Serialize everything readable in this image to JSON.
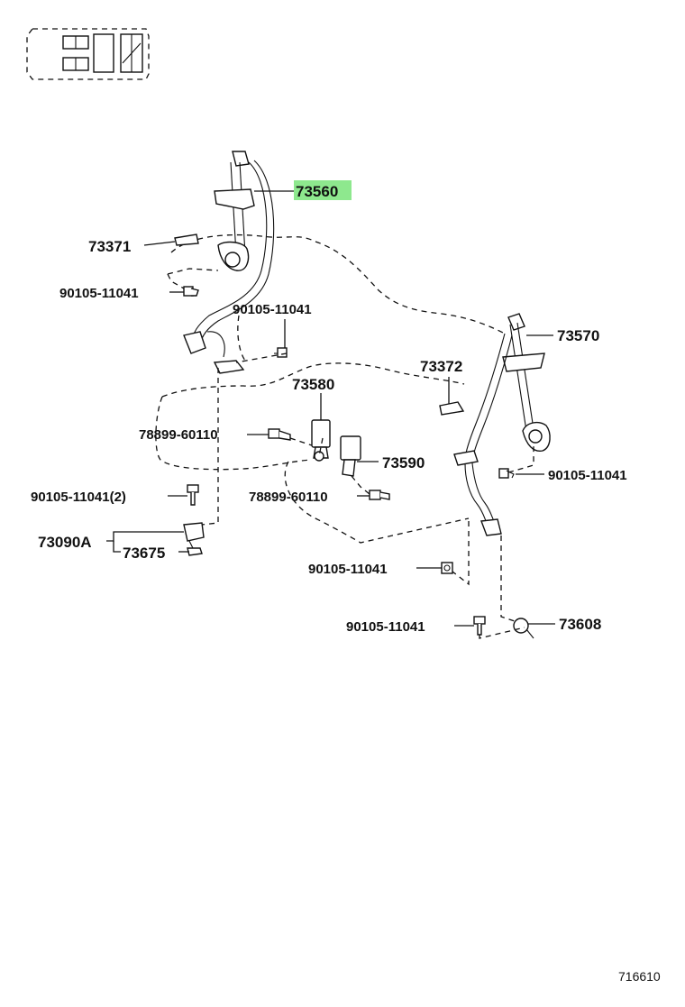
{
  "labels": {
    "p73560": "73560",
    "p73371": "73371",
    "p90105_a": "90105-11041",
    "p90105_b": "90105-11041",
    "p73580": "73580",
    "p73570": "73570",
    "p73372": "73372",
    "p78899_a": "78899-60110",
    "p73590": "73590",
    "p90105_c": "90105-11041",
    "p90105_d": "90105-11041(2)",
    "p78899_b": "78899-60110",
    "p73090a": "73090A",
    "p73675": "73675",
    "p90105_e": "90105-11041",
    "p90105_f": "90105-11041",
    "p73608": "73608"
  },
  "highlight": {
    "part": "73560",
    "color": "#8ee88e"
  },
  "diagram_number": "716610",
  "icons": [
    "vehicle-seat-layout-icon"
  ]
}
